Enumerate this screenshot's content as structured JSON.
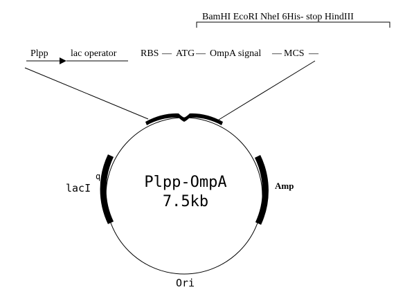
{
  "mcs_sites": "BamHI EcoRI NheI 6His- stop HindIII",
  "promoter": "Plpp",
  "operator": "lac operator",
  "construct": {
    "rbs": "RBS",
    "dash1": "—",
    "atg": "ATG",
    "dash2": "—",
    "signal": "OmpA signal",
    "dash3": "—",
    "mcs": "MCS",
    "dash4": "—"
  },
  "plasmid": {
    "name": "Plpp-OmpA",
    "size": "7.5kb"
  },
  "features": {
    "laci": "lacI",
    "laci_superscript": "q",
    "amp": "Amp",
    "ori": "Ori"
  }
}
